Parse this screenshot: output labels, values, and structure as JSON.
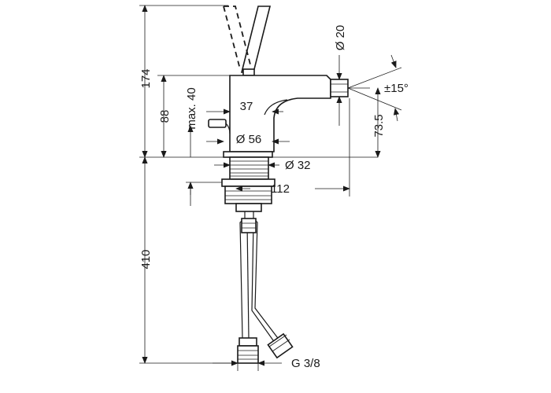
{
  "dimensions": {
    "total_height": "174",
    "spout_height": "88",
    "max_projection": "max. 40",
    "spout_depth": "37",
    "base_diameter": "Ø 56",
    "outlet_diameter": "Ø 20",
    "swivel_angle": "±15°",
    "outlet_height": "73.5",
    "shank_diameter": "Ø 32",
    "reach": "112",
    "hose_length": "410",
    "connection_thread": "G 3/8"
  }
}
